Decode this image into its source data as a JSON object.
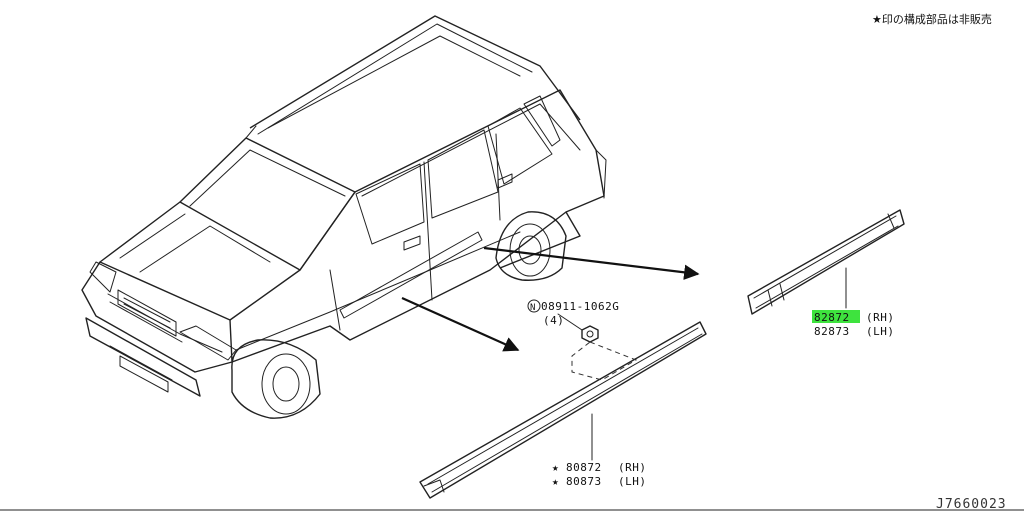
{
  "header_note": "★印の構成部品は非販売",
  "diagram_code": "J7660023",
  "colors": {
    "line": "#222222",
    "highlight": "#3ee33e",
    "background": "#ffffff"
  },
  "parts": {
    "nut_label": "N08911-1062G",
    "nut_qty": "(4)",
    "upper_rh": "82872",
    "upper_rh_side": "(RH)",
    "upper_lh": "82873",
    "upper_lh_side": "(LH)",
    "lower_rh_star": "★",
    "lower_rh": "80872",
    "lower_rh_side": "(RH)",
    "lower_lh_star": "★",
    "lower_lh": "80873",
    "lower_lh_side": "(LH)"
  }
}
